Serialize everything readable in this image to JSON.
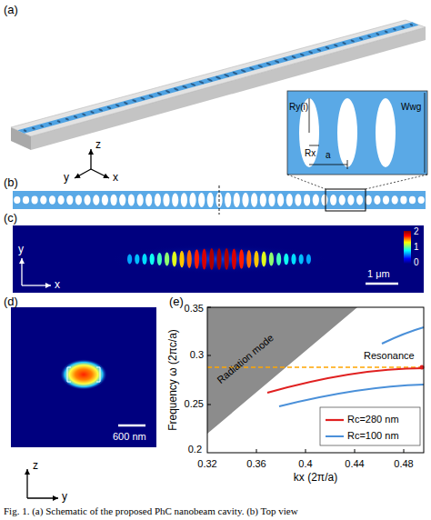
{
  "diagram": {
    "caption": "Fig. 1. (a) Schematic of the proposed PhC nanobeam cavity. (b) Top view",
    "labels": [
      "(a)",
      "z",
      "y",
      "x",
      "Ry(i)",
      "Rx",
      "a",
      "Wwg",
      "(b)",
      "(c)",
      "y",
      "x",
      "1 μm",
      "2",
      "1",
      "0",
      "(d)",
      "z",
      "y",
      "600 nm",
      "(e)",
      "0.35",
      "0.3",
      "0.25",
      "0.2",
      "Frequency ω (2πc/a)",
      "0.32",
      "0.36",
      "0.4",
      "0.44",
      "0.48",
      "kx (2π/a)",
      "Radiation mode",
      "Resonance"
    ],
    "legend": [
      {
        "text": "Rc=280 nm"
      },
      {
        "text": "Rc=100 nm"
      }
    ]
  }
}
